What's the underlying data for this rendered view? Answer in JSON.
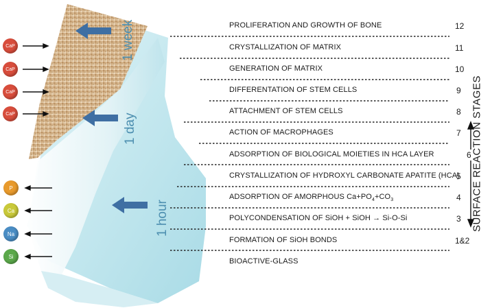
{
  "ions_in": [
    "CaP",
    "CaP",
    "CaP",
    "CaP"
  ],
  "ions_out": [
    "P",
    "Ca",
    "Na",
    "Si"
  ],
  "time_labels": [
    "1 week",
    "1 day",
    "1 hour"
  ],
  "stages": [
    {
      "text": "PROLIFERATION AND GROWTH OF BONE",
      "num": "12"
    },
    {
      "text": "CRYSTALLIZATION OF MATRIX",
      "num": "11"
    },
    {
      "text": "GENERATION OF MATRIX",
      "num": "10"
    },
    {
      "text": "DIFFERENTATION OF STEM CELLS",
      "num": "9"
    },
    {
      "text": "ATTACHMENT OF STEM CELLS",
      "num": "8"
    },
    {
      "text": "ACTION OF MACROPHAGES",
      "num": "7"
    },
    {
      "text": "ADSORPTION OF BIOLOGICAL MOIETIES IN HCA LAYER",
      "num": ""
    },
    {
      "text": "CRYSTALLIZATION OF HYDROXYL CARBONATE APATITE (HCA)",
      "num": "5"
    },
    {
      "text": "ADSORPTION OF AMORPHOUS Ca+PO4+CO3",
      "num": "4"
    },
    {
      "text": "POLYCONDENSATION OF SiOH + SiOH → Si-O-Si",
      "num": "3"
    },
    {
      "text": "FORMATION OF SiOH BONDS",
      "num": "1&2"
    },
    {
      "text": "BIOACTIVE-GLASS",
      "num": ""
    }
  ],
  "range_label": "6",
  "side_title": "SURFACE REACTION STAGES",
  "colors": {
    "time_text": "#4d8fb0",
    "arrow_blue": "#3f6fa3",
    "ion_red": "#d84d3c",
    "ion_orange": "#e89a2c",
    "ion_yellow": "#c9c93a",
    "ion_blue": "#4a8dc4",
    "ion_green": "#5ba84a",
    "layer_cyan": "#bfe6ee",
    "bone_tan": "#c9a47a"
  }
}
